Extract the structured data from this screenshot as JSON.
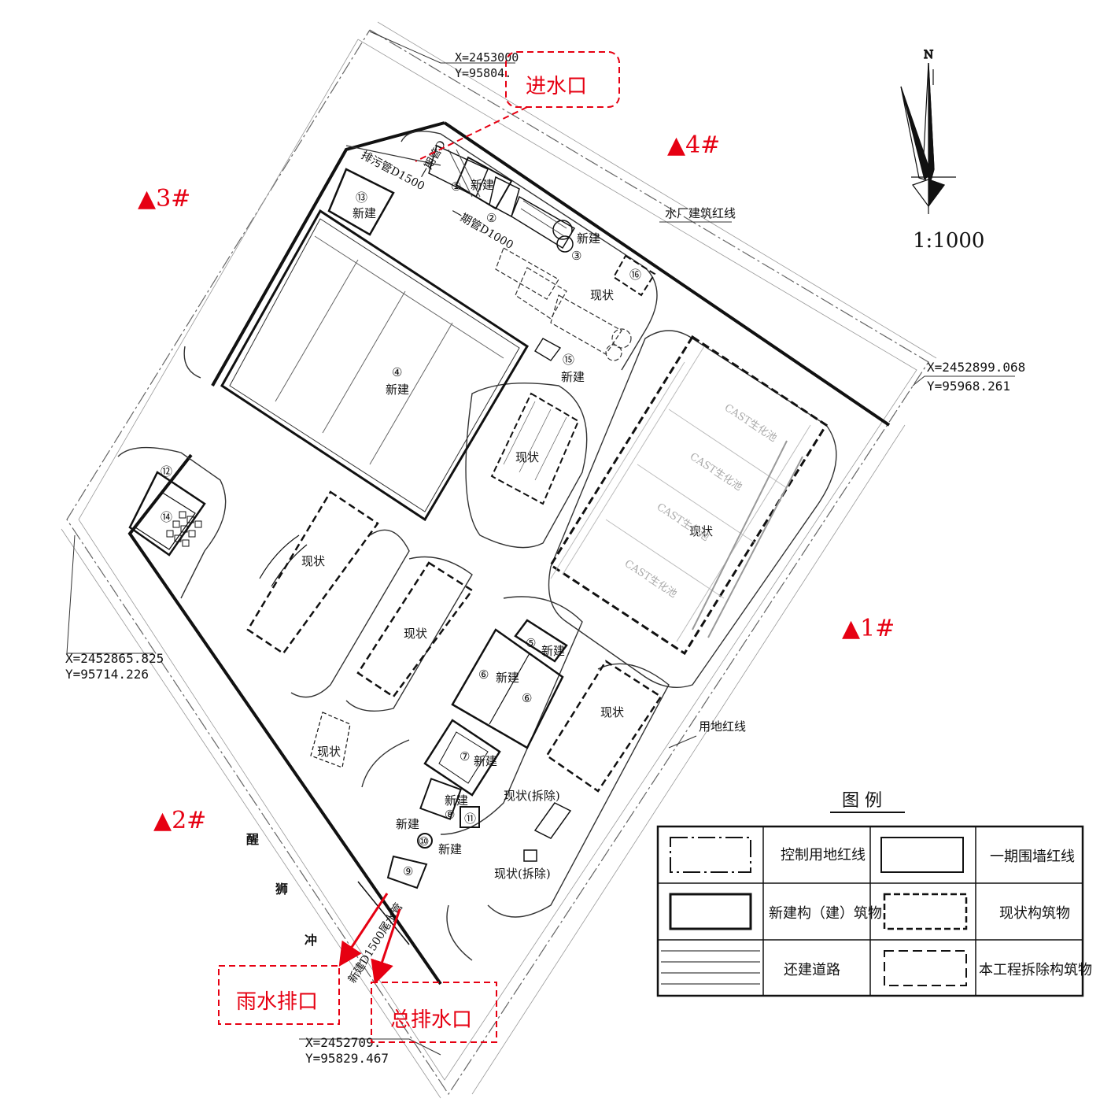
{
  "coordinates": {
    "top": {
      "x": "X=2453000",
      "y": "Y=95804."
    },
    "right": {
      "x": "X=2452899.068",
      "y": "Y=95968.261"
    },
    "left": {
      "x": "X=2452865.825",
      "y": "Y=95714.226"
    },
    "bottom": {
      "x": "X=2452709.",
      "y": "Y=95829.467"
    }
  },
  "callouts": {
    "inlet": "进水口",
    "rain_outlet": "雨水排口",
    "main_outlet": "总排水口"
  },
  "monitoring_points": {
    "p1": "▲1#",
    "p2": "▲2#",
    "p3": "▲3#",
    "p4": "▲4#"
  },
  "compass": {
    "north": "N",
    "scale": "1:1000"
  },
  "annotations": {
    "plant_red_line": "水厂建筑红线",
    "land_red_line": "用地红线",
    "pipe_d1500": "排污管D1500",
    "pipe_phase1": "一期管D",
    "pipe_d1000": "一期管D1000",
    "pipe_new_outfall": "新建D1500尾水管",
    "road_name_1": "醒",
    "road_name_2": "狮",
    "road_name_3": "冲"
  },
  "labels": {
    "new": "新建",
    "existing": "现状",
    "demolish": "现状(拆除)",
    "cast": "CAST生化池"
  },
  "numbers": {
    "n1": "①",
    "n2": "②",
    "n3": "③",
    "n4": "④",
    "n5": "⑤",
    "n6": "⑥",
    "n7": "⑦",
    "n8": "⑧",
    "n9": "⑨",
    "n10": "⑩",
    "n11": "⑪",
    "n12": "⑫",
    "n13": "⑬",
    "n14": "⑭",
    "n15": "⑮",
    "n16": "⑯"
  },
  "legend": {
    "title": "图  例",
    "items": [
      "控制用地红线",
      "一期围墙红线",
      "新建构（建）筑物",
      "现状构筑物",
      "还建道路",
      "本工程拆除构筑物"
    ]
  }
}
